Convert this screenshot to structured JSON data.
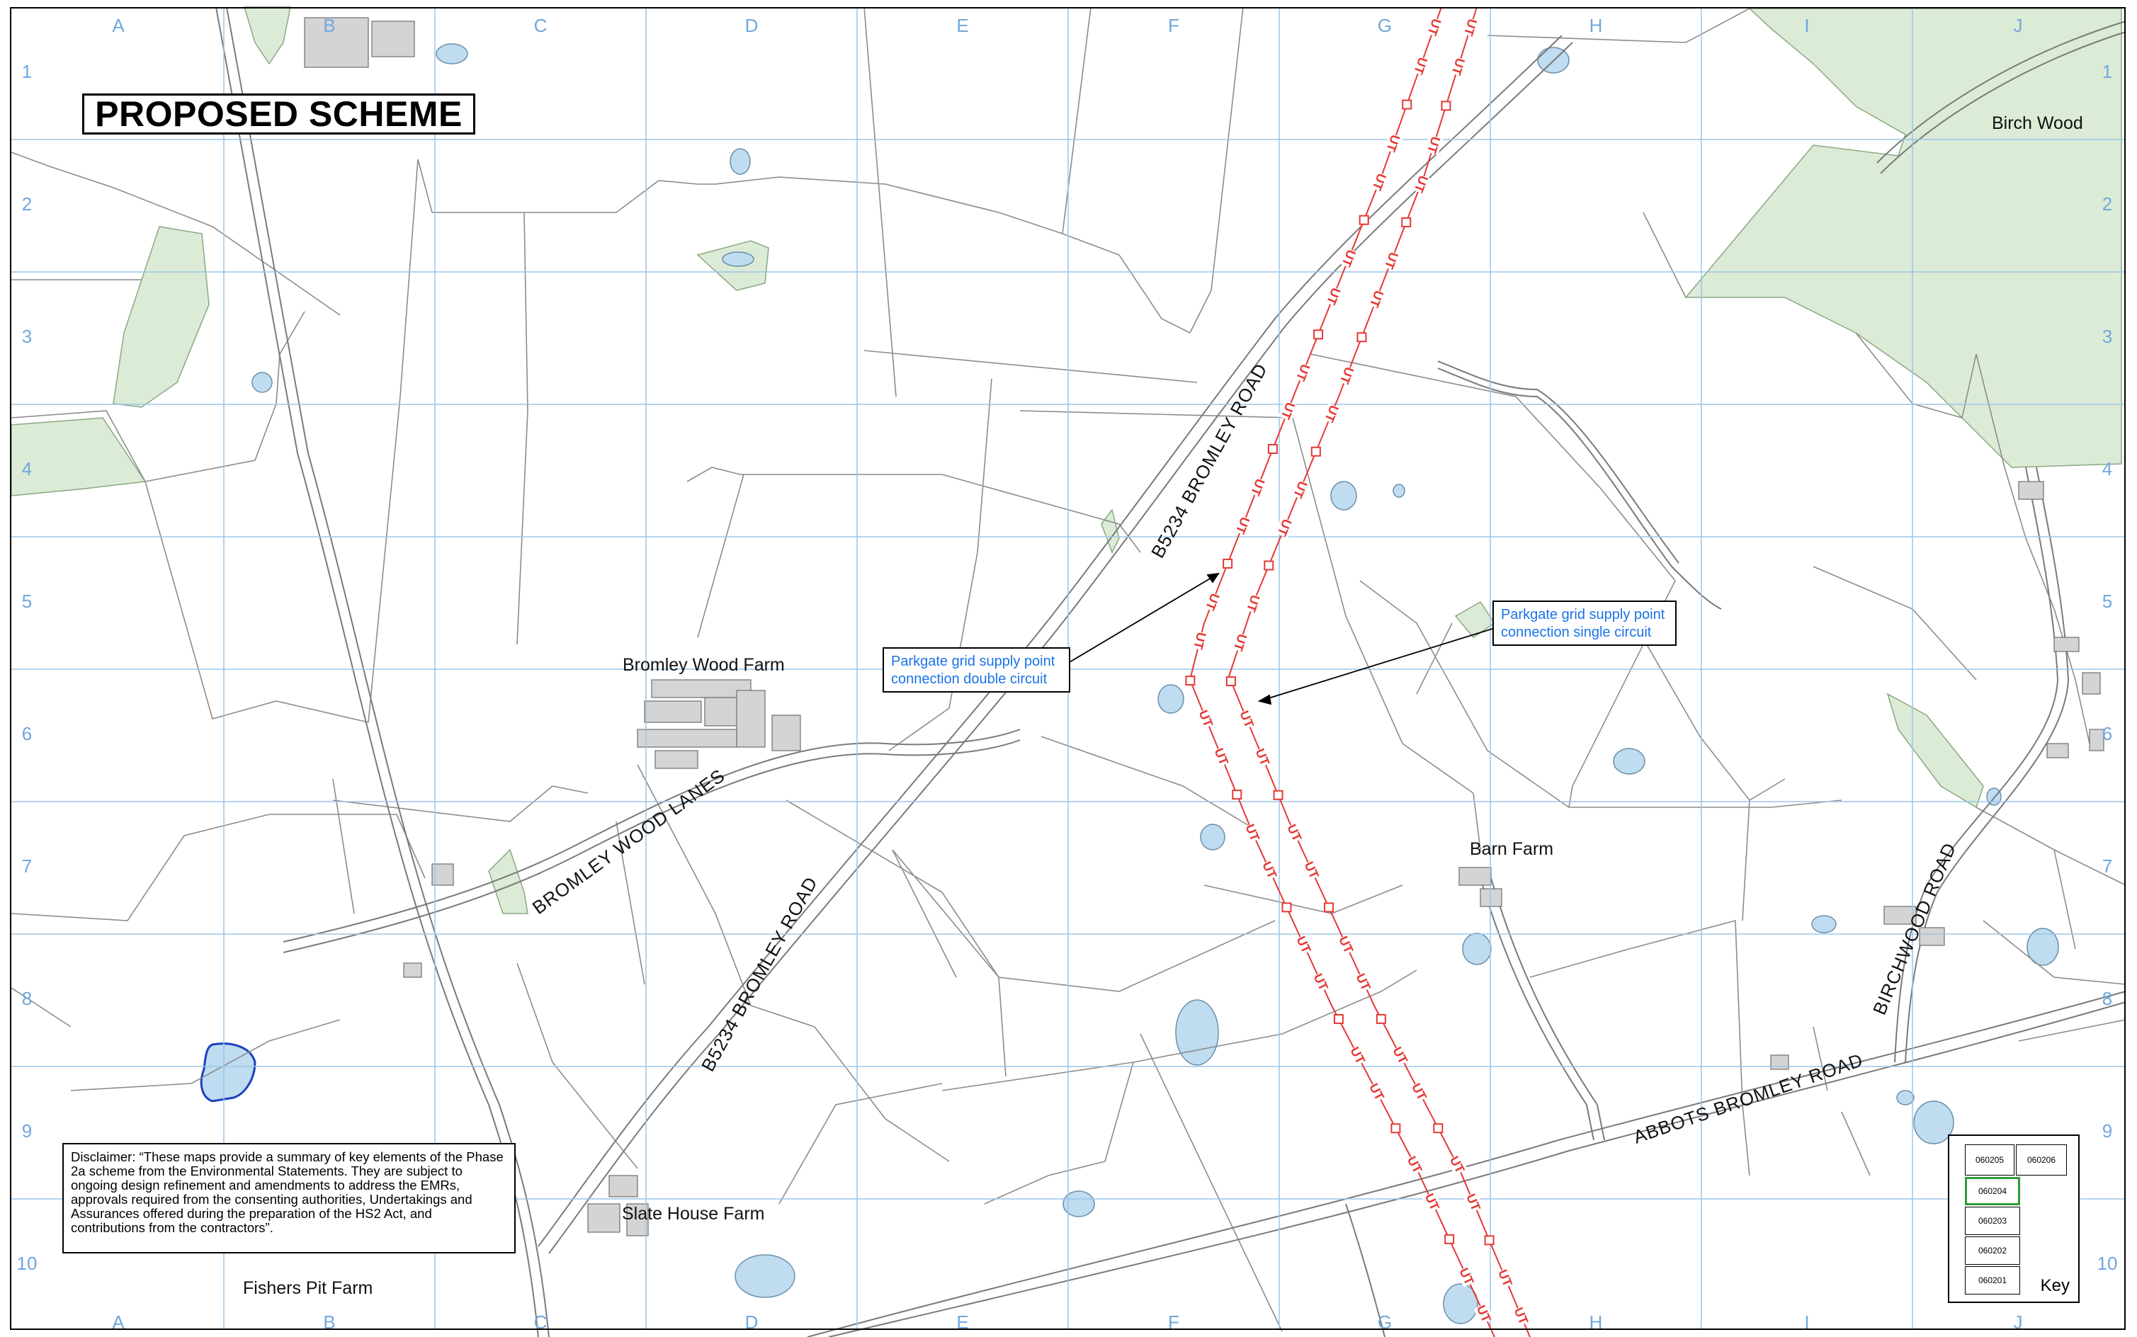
{
  "title": "PROPOSED SCHEME",
  "grid": {
    "columns": [
      "A",
      "B",
      "C",
      "D",
      "E",
      "F",
      "G",
      "H",
      "I",
      "J"
    ],
    "rows": [
      "1",
      "2",
      "3",
      "4",
      "5",
      "6",
      "7",
      "8",
      "9",
      "10"
    ]
  },
  "places": [
    {
      "id": "birch-wood",
      "label": "Birch Wood"
    },
    {
      "id": "bromley-wood-farm",
      "label": "Bromley Wood Farm"
    },
    {
      "id": "barn-farm",
      "label": "Barn Farm"
    },
    {
      "id": "slate-house-farm",
      "label": "Slate House Farm"
    },
    {
      "id": "fishers-pit-farm",
      "label": "Fishers Pit Farm"
    }
  ],
  "roads": [
    {
      "id": "b5234-north",
      "label": "B5234 BROMLEY ROAD"
    },
    {
      "id": "b5234-south",
      "label": "B5234 BROMLEY ROAD"
    },
    {
      "id": "bromley-wood-lanes",
      "label": "BROMLEY WOOD LANES"
    },
    {
      "id": "abbots-bromley-road",
      "label": "ABBOTS BROMLEY ROAD"
    },
    {
      "id": "birchwood-road",
      "label": "BIRCHWOOD ROAD"
    }
  ],
  "utility_marker": "UT",
  "callouts": {
    "double": {
      "line1": "Parkgate grid supply point",
      "line2": "connection double circuit"
    },
    "single": {
      "line1": "Parkgate grid supply point",
      "line2": "connection single circuit"
    }
  },
  "disclaimer": "Disclaimer:  “These maps provide a summary of key elements of the Phase 2a scheme from the Environmental Statements. They are subject to ongoing design refinement and amendments to address the EMRs, approvals required from the consenting authorities, Undertakings and Assurances offered during the preparation of the HS2 Act, and contributions from the contractors”.",
  "key": {
    "title": "Key",
    "sheets": [
      "060205",
      "060206",
      "060204",
      "060203",
      "060202",
      "060201"
    ],
    "current_sheet": "060204"
  },
  "colors": {
    "grid": "#9cc5ea",
    "woodland": "#dcebd6",
    "water": "#bfdcf0",
    "utility_line": "#e53935",
    "road": "#888888",
    "highlight_pond": "#1b3fbf"
  }
}
